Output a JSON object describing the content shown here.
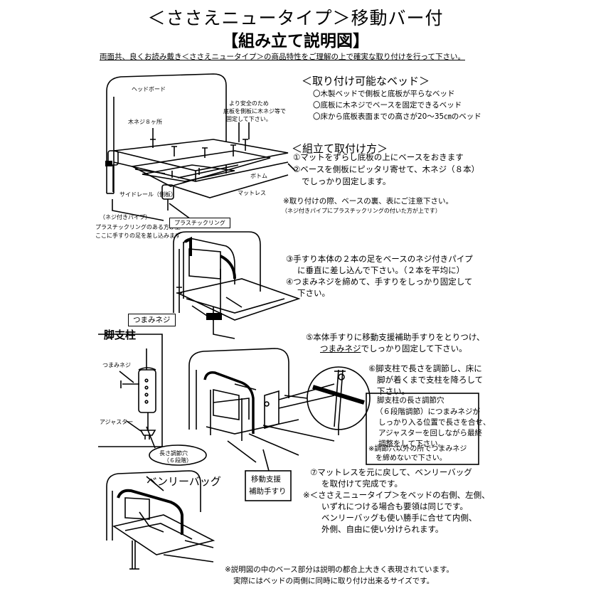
{
  "header": {
    "title": "＜ささえニュータイプ＞移動バー付",
    "subtitle": "【組み立て説明図】",
    "notice": "両面共、良くお読み戴き＜ささえニュータイプ＞の商品特性をご理解の上で確実な取り付けを行って下さい。"
  },
  "compatible_beds": {
    "heading": "＜取り付け可能なベッド＞",
    "items": [
      "〇木製ベッドで側板と底板が平らなベッド",
      "〇底板に木ネジでベースを固定できるベッド",
      "〇床から底板表面までの高さが20～35㎝のベッド"
    ]
  },
  "diagram1_labels": {
    "headboard": "ヘッドボード",
    "wood_screw": "木ネジ８ヶ所",
    "safety_note": [
      "より安全のため",
      "底板を側板に木ネジ等で",
      "固定して下さい。"
    ],
    "bottom": "ボトム",
    "mattress": "マットレス",
    "side_rail": "サイドレール（側板）",
    "screw_pipe": "（ネジ付きパイプ）",
    "pipe_note": [
      "プラスチックリングのある方が上",
      "ここに手すりの足を差し込みます"
    ],
    "plastic_ring": "プラスチックリング"
  },
  "assembly": {
    "heading": "＜組立て取付け方＞",
    "step1": "①マットをずらし底板の上にベースをおきます",
    "step2a": "②ベースを側板にピッタリ寄せて、木ネジ（８本）",
    "step2b": "でしっかり固定します。",
    "caution1": "※取り付けの際、ベースの裏、表にご注意下さい。",
    "caution2": "（ネジ付きパイプにプラスチックリングの付いた方が上です）"
  },
  "steps34": {
    "step3a": "③手すり本体の２本の足をベースのネジ付きパイプ",
    "step3b": "に垂直に差し込んで下さい。（２本を平均に）",
    "step4a": "④つまみネジを締めて、手すりをしっかり固定して",
    "step4b": "下さい。",
    "knob_label": "つまみネジ"
  },
  "leg": {
    "title": "脚支柱",
    "knob": "つまみネジ",
    "adjuster": "アジャスター",
    "holes_label": "長さ調節穴",
    "holes_sub": "（６段階）"
  },
  "step5": {
    "line1": "⑤本体手すりに移動支援補助手すりをとりつけ、",
    "line2_u": "つまみネジ",
    "line2_rest": "でしっかり固定して下さい。"
  },
  "step6": {
    "line1": "⑥脚支柱で長さを調節し、床に",
    "line2": "脚が着くまで支柱を降ろして",
    "line3": "下さい。"
  },
  "adjust_box": {
    "title": "脚支柱の長さ調節穴",
    "lines": [
      "（６段階調節）につまみネジが",
      "しっかり入る位置で長さを合せ、",
      "アジャスターを回しながら最終",
      "調整をして下さい。",
      "※調節穴以外の所でつまみネジ",
      "　を締めないで下さい。"
    ]
  },
  "support_label": [
    "移動支援",
    "補助手すり"
  ],
  "step7": {
    "line1": "⑦マットレスを元に戻して、ベンリーバッグ",
    "line2": "を取付けて完成です。",
    "note1": "※＜ささえニュータイプ＞をベッドの右側、左側、",
    "note2": "いずれにつける場合も要領は同じです。",
    "note3": "ベンリーバッグも使い勝手に合せて内側、",
    "note4": "外側、自由に使い分けられます。"
  },
  "bag_label": "ベンリーバッグ",
  "footer": {
    "line1": "※説明図の中のベース部分は説明の都合上大きく表現されています。",
    "line2": "実際にはベッドの両側に同時に取り付け出来るサイズです。"
  }
}
